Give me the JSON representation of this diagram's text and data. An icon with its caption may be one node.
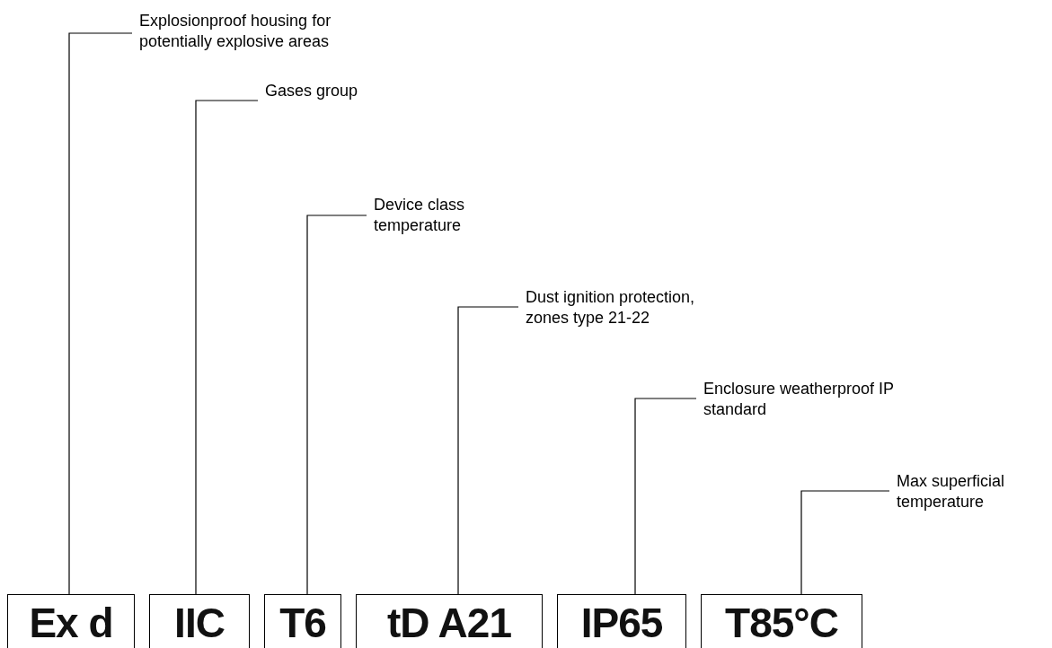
{
  "diagram": {
    "nodes": [
      {
        "text": [
          "Explosionproof housing for potentially explosive areas"
        ]
      },
      {
        "text": [
          "Gases group"
        ]
      },
      {
        "text": [
          "Device class temperature"
        ]
      },
      {
        "text": [
          "Dust ignition protection, zones type 21-22"
        ]
      },
      {
        "text": [
          "Enclosure weatherproof IP standard"
        ]
      },
      {
        "text": [
          "Max superficial temperature"
        ]
      },
      {
        "text": [
          "Ex d"
        ]
      },
      {
        "text": [
          "IIC"
        ]
      },
      {
        "text": [
          "T6"
        ]
      },
      {
        "text": [
          "tD A21"
        ]
      },
      {
        "text": [
          "IP65"
        ]
      },
      {
        "text": [
          "T85°C"
        ]
      }
    ],
    "edges": [
      {
        "from": 0,
        "to": 6,
        "arrow": "none"
      },
      {
        "from": 1,
        "to": 7,
        "arrow": "none"
      },
      {
        "from": 2,
        "to": 8,
        "arrow": "none"
      },
      {
        "from": 3,
        "to": 9,
        "arrow": "none"
      },
      {
        "from": 4,
        "to": 10,
        "arrow": "none"
      },
      {
        "from": 5,
        "to": 11,
        "arrow": "none"
      }
    ]
  }
}
